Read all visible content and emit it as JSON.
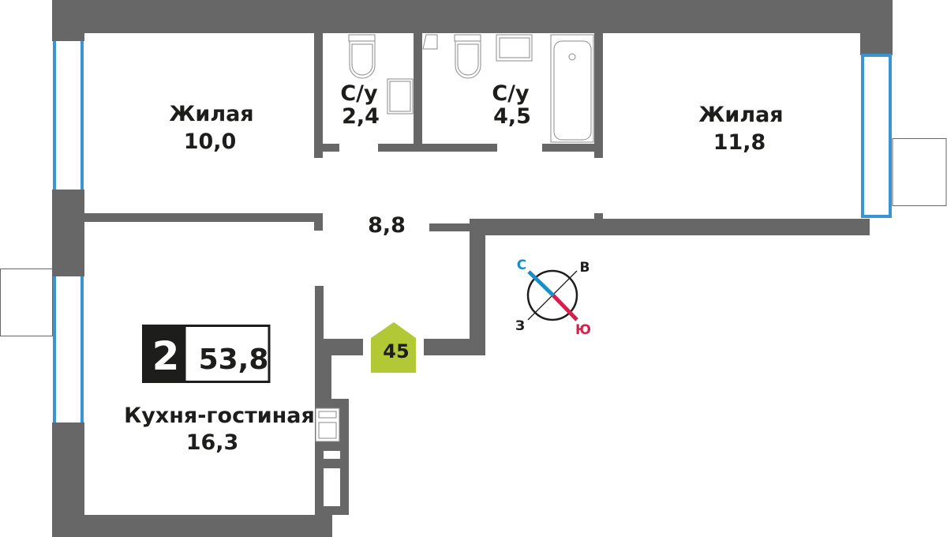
{
  "rooms": {
    "living1": {
      "name": "Жилая",
      "area": "10,0"
    },
    "wc1": {
      "name": "С/у",
      "area": "2,4"
    },
    "wc2": {
      "name": "С/у",
      "area": "4,5"
    },
    "living2": {
      "name": "Жилая",
      "area": "11,8"
    },
    "hall": {
      "area": "8,8"
    },
    "kitchen": {
      "name": "Кухня-гостиная",
      "area": "16,3"
    }
  },
  "apartment": {
    "rooms_count": "2",
    "total_area": "53,8",
    "number": "45"
  },
  "compass": {
    "north": "С",
    "east": "В",
    "west": "З",
    "south": "Ю"
  },
  "colors": {
    "wall": "#676767",
    "window": "#3a93d2",
    "badge": "#b2c935",
    "north": "#1790c9",
    "south": "#d61f4b"
  }
}
